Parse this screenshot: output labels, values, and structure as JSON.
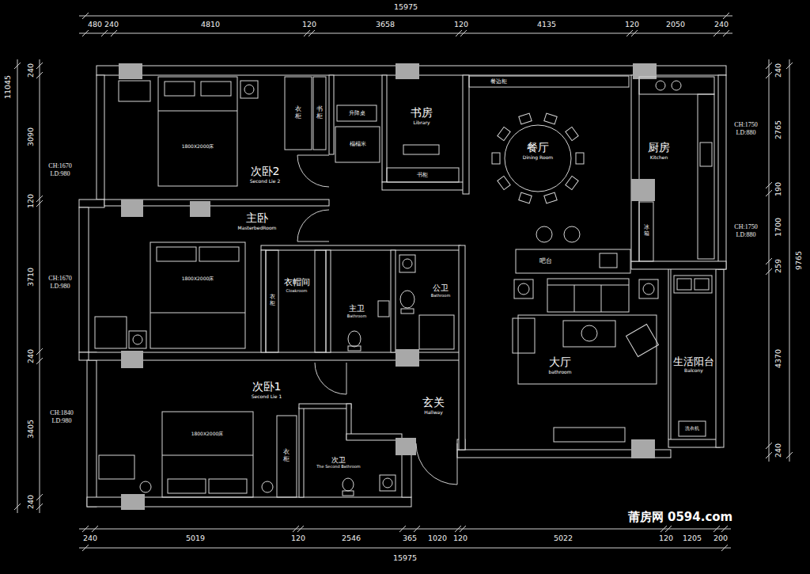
{
  "diagram": {
    "nodes": [
      {
        "text": [
          "次卧2",
          "Second Lie 2"
        ]
      },
      {
        "text": [
          "书房",
          "Library"
        ]
      },
      {
        "text": [
          "餐厅",
          "Dining Room"
        ]
      },
      {
        "text": [
          "厨房",
          "Kitchen"
        ]
      },
      {
        "text": [
          "主卧",
          "MasterbedRoom"
        ]
      },
      {
        "text": [
          "衣帽间",
          "Cloakroom"
        ]
      },
      {
        "text": [
          "主卫",
          "Bathroom"
        ]
      },
      {
        "text": [
          "公卫",
          "Bathroom"
        ]
      },
      {
        "text": [
          "大厅",
          "bathroom"
        ]
      },
      {
        "text": [
          "生活阳台",
          "Balcony"
        ]
      },
      {
        "text": [
          "次卧1",
          "Second Lie 1"
        ]
      },
      {
        "text": [
          "玄关",
          "Hallway"
        ]
      },
      {
        "text": [
          "次卫",
          "The Second Bathroom"
        ]
      }
    ],
    "labels": [
      "15975",
      "480",
      "240",
      "4810",
      "120",
      "3658",
      "120",
      "4135",
      "120",
      "2050",
      "240",
      "11045",
      "240",
      "3090",
      "120",
      "3710",
      "240",
      "3405",
      "240",
      "240",
      "2765",
      "190",
      "1700",
      "259",
      "4370",
      "240",
      "9765",
      "240",
      "5019",
      "120",
      "2546",
      "365",
      "1020",
      "120",
      "5022",
      "120",
      "1205",
      "200",
      "15975",
      "CH:1670 LD:980",
      "CH:1670 LD:980",
      "CH:1840 LD:980",
      "CH:1750 LD:880",
      "CH:1750 LD:880",
      "1800X2000床",
      "1800X2000床",
      "1800X2000床",
      "衣柜",
      "书柜",
      "升降桌",
      "榻榻米",
      "书柜",
      "餐边柜",
      "吧台",
      "冰箱",
      "衣柜",
      "衣柜",
      "洗衣机",
      "莆房网 0594.com"
    ]
  }
}
